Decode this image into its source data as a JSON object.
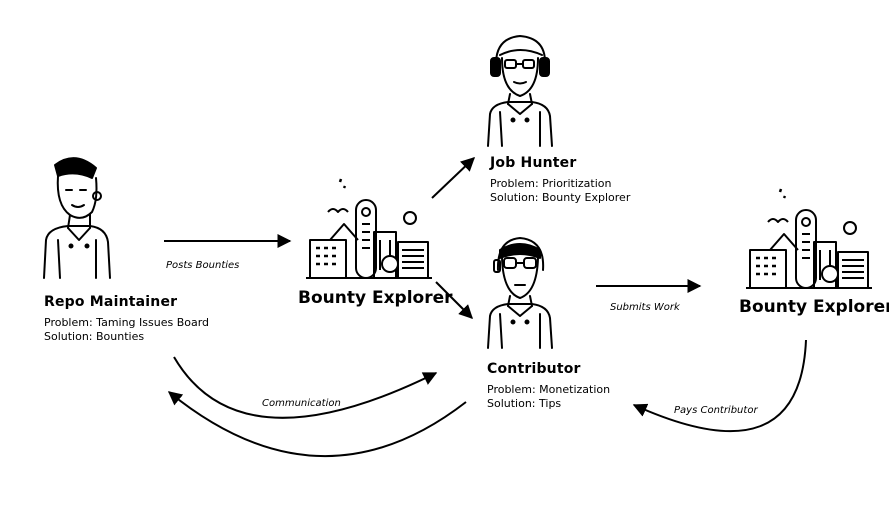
{
  "personas": {
    "maintainer": {
      "name": "Repo Maintainer",
      "problem": "Problem: Taming Issues Board",
      "solution": "Solution: Bounties"
    },
    "hunter": {
      "name": "Job Hunter",
      "problem": "Problem: Prioritization",
      "solution": "Solution: Bounty Explorer"
    },
    "contributor": {
      "name": "Contributor",
      "problem": "Problem: Monetization",
      "solution": "Solution: Tips"
    }
  },
  "explorers": {
    "left": "Bounty Explorer",
    "right": "Bounty Explorer"
  },
  "edges": {
    "posts": "Posts Bounties",
    "submits": "Submits Work",
    "pays": "Pays Contributor",
    "communication": "Communication"
  }
}
